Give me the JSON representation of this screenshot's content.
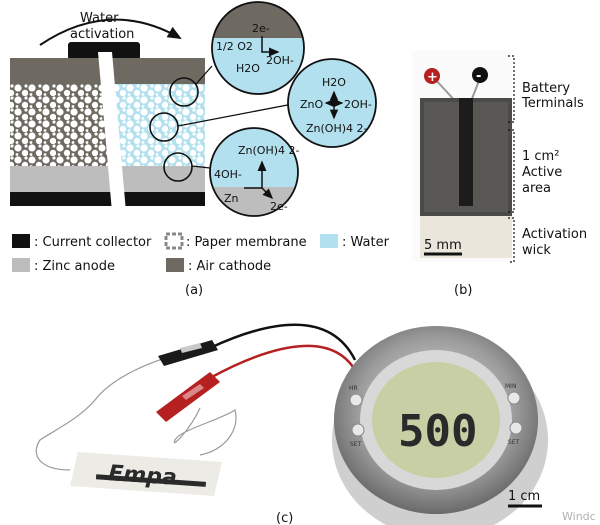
{
  "panel_a": {
    "top_label_line1": "Water",
    "top_label_line2": "activation",
    "zoom_top": {
      "e": "2e-",
      "o2": "1/2 O2",
      "h2o": "H2O",
      "oh": "2OH-"
    },
    "zoom_mid": {
      "h2o": "H2O",
      "zno": "ZnO",
      "oh": "2OH-",
      "zincate": "Zn(OH)4 2-"
    },
    "zoom_bot": {
      "zincate": "Zn(OH)4 2-",
      "oh": "4OH-",
      "zn": "Zn",
      "e": "2e-"
    },
    "legend": [
      {
        "color": "#111111",
        "label": ": Current collector"
      },
      {
        "color": "#888888",
        "label": ": Paper membrane"
      },
      {
        "color": "#b2e0ee",
        "label": ": Water"
      },
      {
        "color": "#bdbdbd",
        "label": ": Zinc anode"
      },
      {
        "color": "#6e6a62",
        "label": ": Air cathode"
      }
    ],
    "caption": "(a)"
  },
  "panel_b": {
    "terminals_label_1": "Battery",
    "terminals_label_2": "Terminals",
    "area_label_1": "1 cm²",
    "area_label_2": "Active",
    "area_label_3": "area",
    "wick_label_1": "Activation",
    "wick_label_2": "wick",
    "scale_label": "5 mm",
    "plus": "+",
    "minus": "-",
    "caption": "(b)"
  },
  "panel_c": {
    "paper_text": "Empa",
    "clock": {
      "display": "500",
      "hr": "HR",
      "set_left": "SET",
      "min": "MIN",
      "set_right": "SET"
    },
    "scale_label": "1 cm",
    "caption": "(c)",
    "corner_text": "Windc"
  },
  "colors": {
    "black": "#111111",
    "zinc": "#bdbdbd",
    "cathode": "#6e6a62",
    "water": "#b2e0ee",
    "red": "#b52020"
  }
}
